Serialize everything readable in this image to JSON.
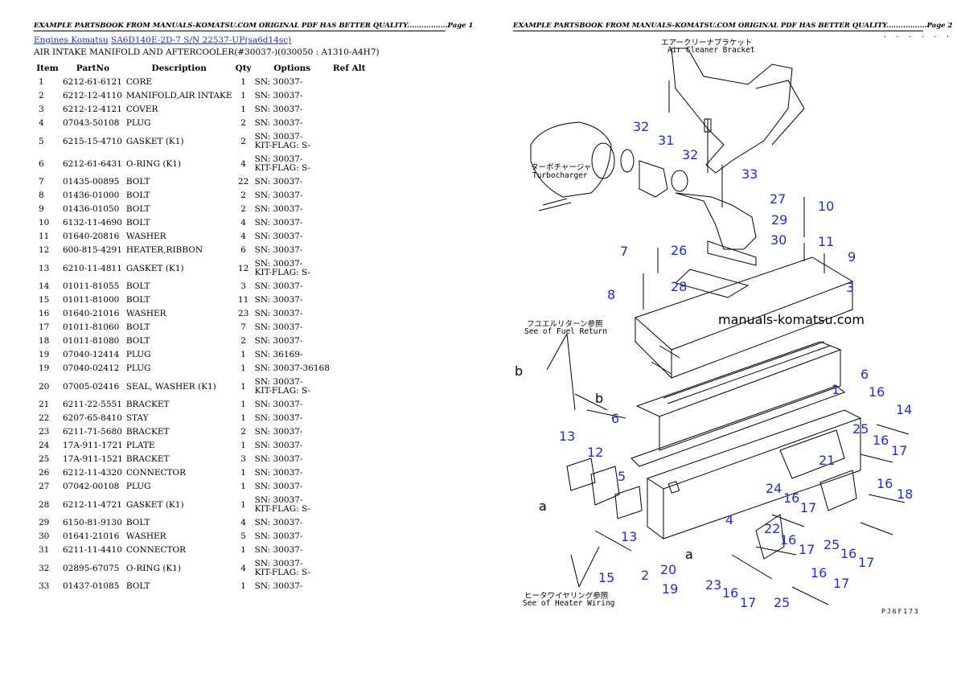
{
  "header": {
    "left": "EXAMPLE PARTSBOOK FROM MANUALS-KOMATSU.COM ORIGINAL PDF HAS BETTER QUALITY.................Page 1",
    "right": "EXAMPLE PARTSBOOK FROM MANUALS-KOMATSU.COM ORIGINAL PDF HAS BETTER QUALITY.................Page 2"
  },
  "breadcrumb": {
    "engines": "Engines Komatsu",
    "model": "SA6D140E-2D-7 S/N 22537-UP(sa6d14sc)"
  },
  "subtitle": "AIR INTAKE MANIFOLD AND AFTERCOOLER(#30037-)(030050 : A1310-A4H7)",
  "columns": [
    "Item",
    "PartNo",
    "Description",
    "Qty",
    "Options",
    "Ref Alt"
  ],
  "rows": [
    {
      "item": "1",
      "part": "6212-61-6121",
      "desc": "CORE",
      "qty": "1",
      "opt": "SN: 30037-",
      "opt2": ""
    },
    {
      "item": "2",
      "part": "6212-12-4110",
      "desc": "MANIFOLD,AIR INTAKE",
      "qty": "1",
      "opt": "SN: 30037-",
      "opt2": ""
    },
    {
      "item": "3",
      "part": "6212-12-4121",
      "desc": "COVER",
      "qty": "1",
      "opt": "SN: 30037-",
      "opt2": ""
    },
    {
      "item": "4",
      "part": "07043-50108",
      "desc": "PLUG",
      "qty": "2",
      "opt": "SN: 30037-",
      "opt2": ""
    },
    {
      "item": "5",
      "part": "6215-15-4710",
      "desc": "GASKET (K1)",
      "qty": "2",
      "opt": "SN: 30037-",
      "opt2": "KIT-FLAG: S-"
    },
    {
      "item": "6",
      "part": "6212-61-6431",
      "desc": "O-RING (K1)",
      "qty": "4",
      "opt": "SN: 30037-",
      "opt2": "KIT-FLAG: S-"
    },
    {
      "item": "7",
      "part": "01435-00895",
      "desc": "BOLT",
      "qty": "22",
      "opt": "SN: 30037-",
      "opt2": ""
    },
    {
      "item": "8",
      "part": "01436-01000",
      "desc": "BOLT",
      "qty": "2",
      "opt": "SN: 30037-",
      "opt2": ""
    },
    {
      "item": "9",
      "part": "01436-01050",
      "desc": "BOLT",
      "qty": "2",
      "opt": "SN: 30037-",
      "opt2": ""
    },
    {
      "item": "10",
      "part": "6132-11-4690",
      "desc": "BOLT",
      "qty": "4",
      "opt": "SN: 30037-",
      "opt2": ""
    },
    {
      "item": "11",
      "part": "01640-20816",
      "desc": "WASHER",
      "qty": "4",
      "opt": "SN: 30037-",
      "opt2": ""
    },
    {
      "item": "12",
      "part": "600-815-4291",
      "desc": "HEATER,RIBBON",
      "qty": "6",
      "opt": "SN: 30037-",
      "opt2": ""
    },
    {
      "item": "13",
      "part": "6210-11-4811",
      "desc": "GASKET (K1)",
      "qty": "12",
      "opt": "SN: 30037-",
      "opt2": "KIT-FLAG: S-"
    },
    {
      "item": "14",
      "part": "01011-81055",
      "desc": "BOLT",
      "qty": "3",
      "opt": "SN: 30037-",
      "opt2": ""
    },
    {
      "item": "15",
      "part": "01011-81000",
      "desc": "BOLT",
      "qty": "11",
      "opt": "SN: 30037-",
      "opt2": ""
    },
    {
      "item": "16",
      "part": "01640-21016",
      "desc": "WASHER",
      "qty": "23",
      "opt": "SN: 30037-",
      "opt2": ""
    },
    {
      "item": "17",
      "part": "01011-81060",
      "desc": "BOLT",
      "qty": "7",
      "opt": "SN: 30037-",
      "opt2": ""
    },
    {
      "item": "18",
      "part": "01011-81080",
      "desc": "BOLT",
      "qty": "2",
      "opt": "SN: 30037-",
      "opt2": ""
    },
    {
      "item": "19",
      "part": "07040-12414",
      "desc": "PLUG",
      "qty": "1",
      "opt": "SN: 36169-",
      "opt2": ""
    },
    {
      "item": "19",
      "part": "07040-02412",
      "desc": "PLUG",
      "qty": "1",
      "opt": "SN: 30037-36168",
      "opt2": ""
    },
    {
      "item": "20",
      "part": "07005-02416",
      "desc": "SEAL, WASHER (K1)",
      "qty": "1",
      "opt": "SN: 30037-",
      "opt2": "KIT-FLAG: S-"
    },
    {
      "item": "21",
      "part": "6211-22-5551",
      "desc": "BRACKET",
      "qty": "1",
      "opt": "SN: 30037-",
      "opt2": ""
    },
    {
      "item": "22",
      "part": "6207-65-8410",
      "desc": "STAY",
      "qty": "1",
      "opt": "SN: 30037-",
      "opt2": ""
    },
    {
      "item": "23",
      "part": "6211-71-5680",
      "desc": "BRACKET",
      "qty": "2",
      "opt": "SN: 30037-",
      "opt2": ""
    },
    {
      "item": "24",
      "part": "17A-911-1721",
      "desc": "PLATE",
      "qty": "1",
      "opt": "SN: 30037-",
      "opt2": ""
    },
    {
      "item": "25",
      "part": "17A-911-1521",
      "desc": "BRACKET",
      "qty": "3",
      "opt": "SN: 30037-",
      "opt2": ""
    },
    {
      "item": "26",
      "part": "6212-11-4320",
      "desc": "CONNECTOR",
      "qty": "1",
      "opt": "SN: 30037-",
      "opt2": ""
    },
    {
      "item": "27",
      "part": "07042-00108",
      "desc": "PLUG",
      "qty": "1",
      "opt": "SN: 30037-",
      "opt2": ""
    },
    {
      "item": "28",
      "part": "6212-11-4721",
      "desc": "GASKET (K1)",
      "qty": "1",
      "opt": "SN: 30037-",
      "opt2": "KIT-FLAG: S-"
    },
    {
      "item": "29",
      "part": "6150-81-9130",
      "desc": "BOLT",
      "qty": "4",
      "opt": "SN: 30037-",
      "opt2": ""
    },
    {
      "item": "30",
      "part": "01641-21016",
      "desc": "WASHER",
      "qty": "5",
      "opt": "SN: 30037-",
      "opt2": ""
    },
    {
      "item": "31",
      "part": "6211-11-4410",
      "desc": "CONNECTOR",
      "qty": "1",
      "opt": "SN: 30037-",
      "opt2": ""
    },
    {
      "item": "32",
      "part": "02895-67075",
      "desc": "O-RING (K1)",
      "qty": "4",
      "opt": "SN: 30037-",
      "opt2": "KIT-FLAG: S-"
    },
    {
      "item": "33",
      "part": "01437-01085",
      "desc": "BOLT",
      "qty": "1",
      "opt": "SN: 30037-",
      "opt2": ""
    }
  ],
  "diagram": {
    "watermark": "manuals-komatsu.com",
    "code": "PJ6F173",
    "dots": "· · · · · ·",
    "labels": {
      "air_cleaner_jp": "エアークリーナブラケット",
      "air_cleaner_en": "Air Cleaner Bracket",
      "turbo_jp": "ターボチャージャ",
      "turbo_en": "Turbocharger",
      "fuel_jp": "フユエルリターン参照",
      "fuel_en": "See of Fuel Return",
      "heater_jp": "ヒータワイヤリング参照",
      "heater_en": "See of Heater Wiring",
      "a": "a",
      "b": "b"
    },
    "callouts": [
      "1",
      "2",
      "3",
      "4",
      "5",
      "6",
      "6",
      "7",
      "8",
      "9",
      "10",
      "11",
      "12",
      "13",
      "13",
      "14",
      "15",
      "16",
      "16",
      "16",
      "16",
      "16",
      "16",
      "16",
      "16",
      "17",
      "17",
      "17",
      "17",
      "17",
      "17",
      "18",
      "19",
      "20",
      "21",
      "22",
      "23",
      "24",
      "25",
      "25",
      "25",
      "26",
      "27",
      "28",
      "29",
      "30",
      "31",
      "32",
      "32",
      "33"
    ]
  }
}
